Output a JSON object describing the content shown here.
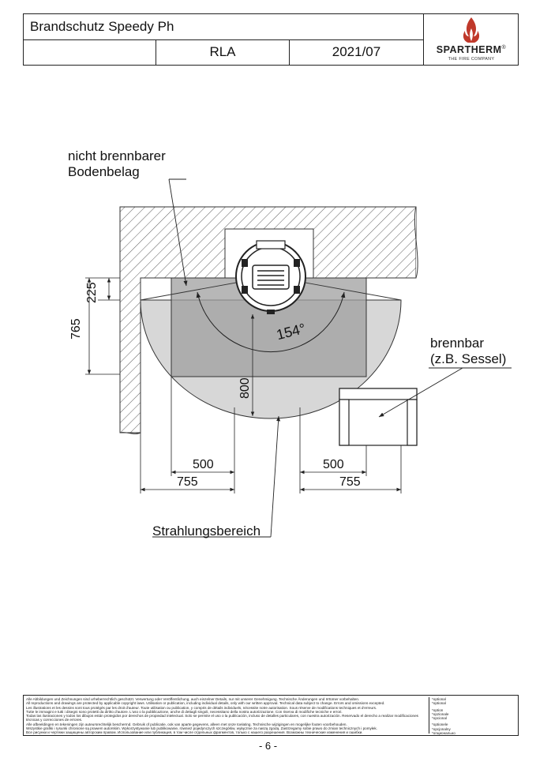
{
  "header": {
    "title": "Brandschutz Speedy Ph",
    "cell_empty": "",
    "code": "RLA",
    "date": "2021/07",
    "brand": "SPARTHERM",
    "brand_reg": "®",
    "brand_tagline": "THE FIRE COMPANY",
    "brand_colors": {
      "flame": "#c0392b",
      "text": "#222222"
    }
  },
  "drawing": {
    "label_floor": [
      "nicht brennbarer",
      "Bodenbelag"
    ],
    "label_combustible": [
      "brennbar",
      "(z.B. Sessel)"
    ],
    "label_radiation": "Strahlungsbereich",
    "angle": "154°",
    "dims": {
      "d225": "225",
      "d765": "765",
      "d800": "800",
      "left_500": "500",
      "left_755": "755",
      "right_500": "500",
      "right_755": "755"
    }
  },
  "footer": {
    "legal_lines": [
      "Alle Abbildungen und Zeichnungen sind urheberrechtlich geschützt. Verwertung oder Veröffentlichung, auch einzelner Details, nur mit unserer Genehmigung. Technische Änderungen und Irrtümer vorbehalten.",
      "All reproductions and drawings are protected by applicable copyright laws. Utilisation or publication, including individual details, only with our written approval. Technical data subject to change. Errors and omissions excepted.",
      "Les illustrations et les dessins sont tous protégés par les droit d'auteur. Toute utilisation ou publication, y compris de détails individuels, nécessite notre autorisation. Sous réserve de modifications techniques et d'erreurs.",
      "Tutte le immagini e tutti i disegni sono protetti da diritto d'autore. L'uso o la pubblicazione, anche di dettagli singoli, necessitano della nostra autorizzazione. Con riserva di modifiche tecniche e errori.",
      "Todas las ilustraciones y todos los dibujos están protegidos por derechos de propiedad intelectual. Solo se permite el uso o la publicación, incluso de detalles particulares, con nuestra autorización. Reservado el derecho a realizar modificaciones técnicas y correcciones de errores.",
      "Alle afbeeldingen en tekeningen zijn auteursrechtelijk beschermd. Gebruik of publicatie, ook van aparte gegevens, alleen met onze toelating. Technische wijzigingen en mogelijke fouten voorbehouden.",
      "Wszystkie grafiki i rysunki chronione są prawem autorskim. Wykorzystywanie lub publikowanie, również pojedynczych szczegółów, wyłącznie za naszą zgodą. Zastrzegamy sobie prawo do zmian technicznych i pomyłek.",
      "Все рисунки и чертежи защищены авторским правом. Использование или публикация, в том числе отдельных фрагментов, только с нашего разрешения. Возможны технические изменения и ошибки."
    ],
    "optional_lines": [
      "*optional",
      "*optional",
      "",
      "*option",
      "*opzionale",
      "*opcional",
      "",
      "*optionele",
      "*opcjonalny",
      "*опционально"
    ]
  },
  "page_number": "- 6 -"
}
